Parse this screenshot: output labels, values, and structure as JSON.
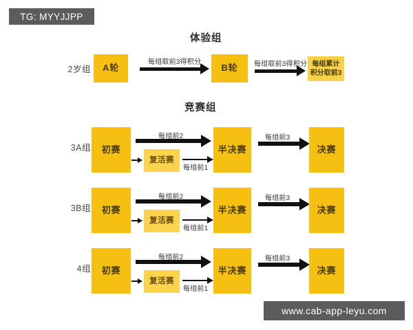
{
  "watermarks": {
    "telegram": "TG: MYYJJPP",
    "site": "www.cab-app-leyu.com"
  },
  "sections": [
    {
      "id": "experience",
      "title": "体验组",
      "rows": [
        {
          "label": "2岁组",
          "nodes": [
            "A轮",
            "B轮"
          ],
          "result_node_line1": "每组累计",
          "result_node_line2": "积分取前3",
          "arrow1_label": "每组取前3得积分",
          "arrow2_label": "每组取前3得积分"
        }
      ]
    },
    {
      "id": "competition",
      "title": "竞赛组",
      "node_labels": {
        "prelim": "初赛",
        "revive": "复活赛",
        "semifinal": "半决赛",
        "final": "决赛"
      },
      "arrow_labels": {
        "prelim_to_semi": "每组前2",
        "revive_to_semi": "每组前1",
        "semi_to_final": "每组前3"
      },
      "rows": [
        {
          "label": "3A组"
        },
        {
          "label": "3B组"
        },
        {
          "label": "4组"
        }
      ]
    }
  ],
  "colors": {
    "node_fill": "#f6c013",
    "node_fill_pale": "#f8d14a",
    "arrow": "#111111",
    "chip_bg": "#5c5c5c"
  }
}
